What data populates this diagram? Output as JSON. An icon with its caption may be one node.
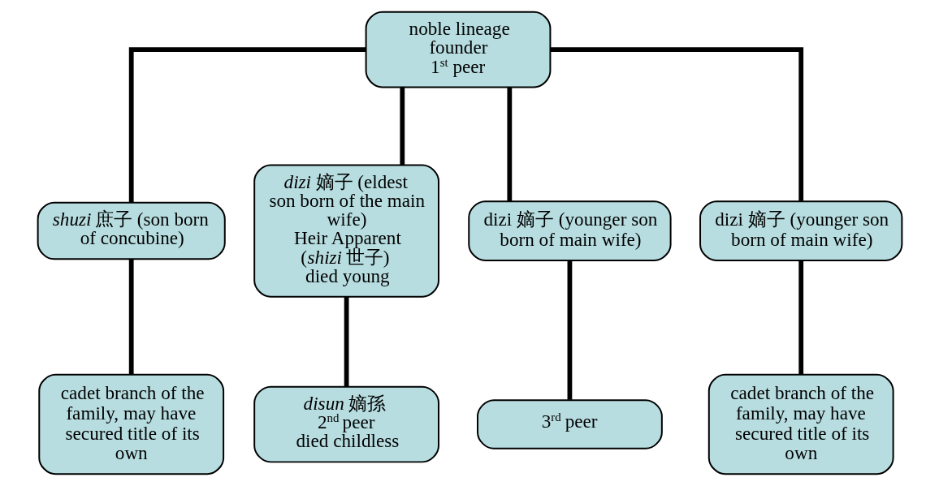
{
  "diagram": {
    "nodes": [
      {
        "text": [
          "noble lineage founder",
          "1$^{st}$ peer"
        ]
      },
      {
        "text": [
          "*shuzi* 庶子 (son born of concubine)"
        ]
      },
      {
        "text": [
          "*dizi* 嫡子 (eldest son born of the main wife)",
          "Heir Apparent (*shizi* 世子)",
          "died young"
        ]
      },
      {
        "text": [
          "dizi 嫡子 (younger son born of main wife)"
        ]
      },
      {
        "text": [
          "dizi 嫡子 (younger son born of main wife)"
        ]
      },
      {
        "text": [
          "cadet branch of the family, may have secured title of its own"
        ]
      },
      {
        "text": [
          "*disun* 嫡孫",
          "2$^{nd}$ peer",
          "died childless"
        ]
      },
      {
        "text": [
          "3$^{rd}$ peer"
        ]
      },
      {
        "text": [
          "cadet branch of the family, may have secured title of its own"
        ]
      }
    ],
    "edges": [
      {
        "from": 0,
        "to": 1,
        "arrow": "none"
      },
      {
        "from": 0,
        "to": 2,
        "arrow": "none"
      },
      {
        "from": 0,
        "to": 3,
        "arrow": "none"
      },
      {
        "from": 0,
        "to": 4,
        "arrow": "none"
      },
      {
        "from": 1,
        "to": 5,
        "arrow": "none"
      },
      {
        "from": 2,
        "to": 6,
        "arrow": "none"
      },
      {
        "from": 3,
        "to": 7,
        "arrow": "none"
      },
      {
        "from": 4,
        "to": 8,
        "arrow": "none"
      }
    ]
  }
}
